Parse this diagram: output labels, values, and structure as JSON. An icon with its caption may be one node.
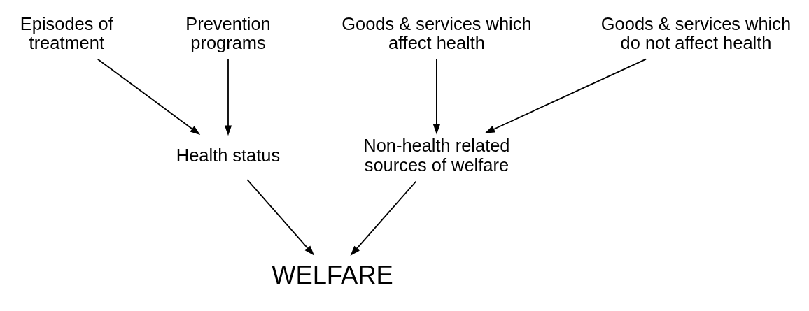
{
  "diagram": {
    "nodes": [
      {
        "text": [
          "Episodes of treatment"
        ]
      },
      {
        "text": [
          "Prevention programs"
        ]
      },
      {
        "text": [
          "Goods & services which affect health"
        ]
      },
      {
        "text": [
          "Goods & services which do not affect health"
        ]
      },
      {
        "text": [
          "Health status"
        ]
      },
      {
        "text": [
          "Non-health related sources of welfare"
        ]
      },
      {
        "text": [
          "WELFARE"
        ]
      }
    ],
    "edges": [
      {
        "from": 0,
        "to": 4,
        "arrow": "to"
      },
      {
        "from": 1,
        "to": 4,
        "arrow": "to"
      },
      {
        "from": 2,
        "to": 5,
        "arrow": "to"
      },
      {
        "from": 3,
        "to": 5,
        "arrow": "to"
      },
      {
        "from": 4,
        "to": 6,
        "arrow": "to"
      },
      {
        "from": 5,
        "to": 6,
        "arrow": "to"
      }
    ]
  }
}
